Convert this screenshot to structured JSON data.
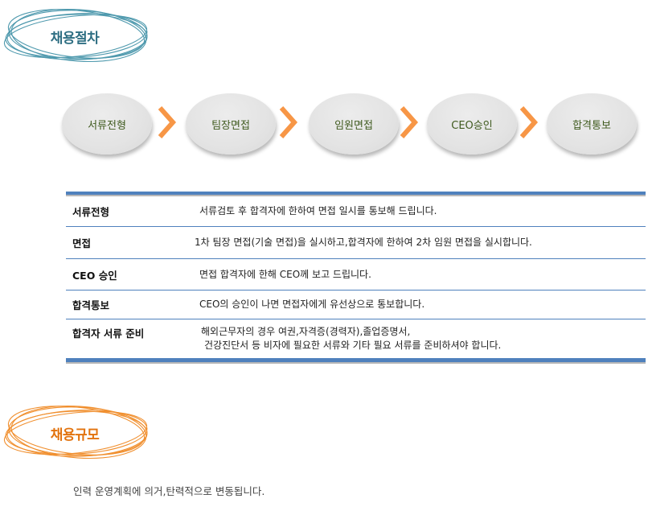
{
  "sections": {
    "procedure": {
      "title": "채용절차",
      "color": "#2f6f83"
    },
    "scale": {
      "title": "채용규모",
      "color": "#e2730e"
    }
  },
  "flow": {
    "steps": [
      "서류전형",
      "팀장면접",
      "임원면접",
      "CEO승인",
      "합격통보"
    ],
    "arrow_color": "#f79646",
    "step_text_color": "#3f5a1e"
  },
  "table": {
    "border_color": "#4f81bd",
    "rows": [
      {
        "label": "서류전형",
        "desc": [
          "서류검토 후 합격자에 한하여 면접 일시를 통보해 드립니다."
        ]
      },
      {
        "label": "면접",
        "desc": [
          "1차 팀장 면접(기술 면접)을 실시하고,합격자에 한하여 2차 임원 면접을 실시합니다."
        ]
      },
      {
        "label": "CEO 승인",
        "desc": [
          "면접 합격자에 한해 CEO께 보고 드립니다."
        ]
      },
      {
        "label": "합격통보",
        "desc": [
          "CEO의 승인이 나면 면접자에게 유선상으로 통보합니다."
        ]
      },
      {
        "label": "합격자 서류 준비",
        "desc": [
          "해외근무자의 경우 여권,자격증(경력자),졸업증명서,",
          "건강진단서 등 비자에 필요한 서류와 기타 필요 서류를 준비하셔야 합니다."
        ]
      }
    ]
  },
  "scale_text": "인력 운영계획에 의거,탄력적으로 변동됩니다."
}
